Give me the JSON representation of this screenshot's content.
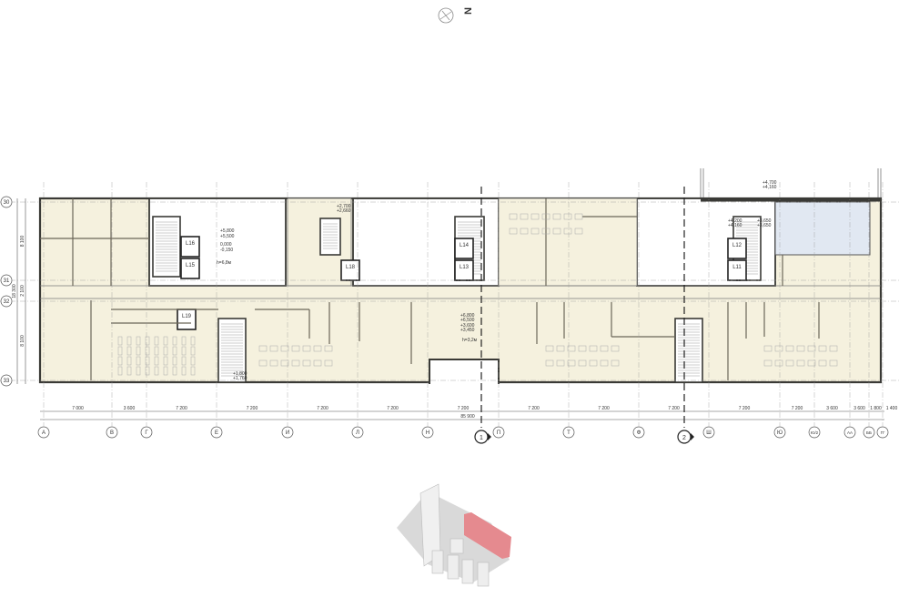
{
  "north_arrow": {
    "label": "N"
  },
  "axes_columns": [
    {
      "label": "А"
    },
    {
      "label": "В"
    },
    {
      "label": "Г"
    },
    {
      "label": "Е"
    },
    {
      "label": "И"
    },
    {
      "label": "Л"
    },
    {
      "label": "Н"
    },
    {
      "label": "П"
    },
    {
      "label": "Т"
    },
    {
      "label": "Ф"
    },
    {
      "label": "Ш"
    },
    {
      "label": "Ю"
    },
    {
      "label": "Ю/2"
    },
    {
      "label": "АА"
    },
    {
      "label": "ББ"
    },
    {
      "label": "ГГ"
    }
  ],
  "axes_rows": [
    {
      "label": "30"
    },
    {
      "label": "31"
    },
    {
      "label": "32"
    },
    {
      "label": "33"
    }
  ],
  "column_spans": [
    "7 000",
    "3 600",
    "7 200",
    "7 200",
    "7 200",
    "7 200",
    "7 200",
    "7 200",
    "7 200",
    "7 200",
    "7 200",
    "7 200",
    "3 600",
    "3 600",
    "1 800",
    "1 400"
  ],
  "total_length": "85 900",
  "row_spans": [
    "8 100",
    "2 100",
    "8 100"
  ],
  "total_width": "18 300",
  "section_marks": [
    {
      "label": "1"
    },
    {
      "label": "2"
    }
  ],
  "lifts": [
    "L16",
    "L15",
    "L18",
    "L14",
    "L13",
    "L12",
    "L11",
    "L19"
  ],
  "elevations": {
    "a1": "+5,800",
    "a2": "+5,500",
    "b1": "0,000",
    "b2": "-0,150",
    "h1": "h=6,8м",
    "c1": "+2,700",
    "c2": "+2,660",
    "d1": "+6,800",
    "d2": "+6,500",
    "d3": "+3,600",
    "d4": "+3,450",
    "h2": "h=3,2м",
    "e1": "+1,800",
    "e2": "+1,760",
    "f1": "+4,700",
    "f2": "+4,160",
    "g1": "+4,200",
    "g2": "+4,160",
    "g3": "+3,650",
    "g4": "+3,650"
  },
  "colors": {
    "floor": "#f5f1de",
    "wall": "#3a3a36",
    "highlight": "#e1e8f2",
    "massing_accent": "#e58a8f"
  }
}
